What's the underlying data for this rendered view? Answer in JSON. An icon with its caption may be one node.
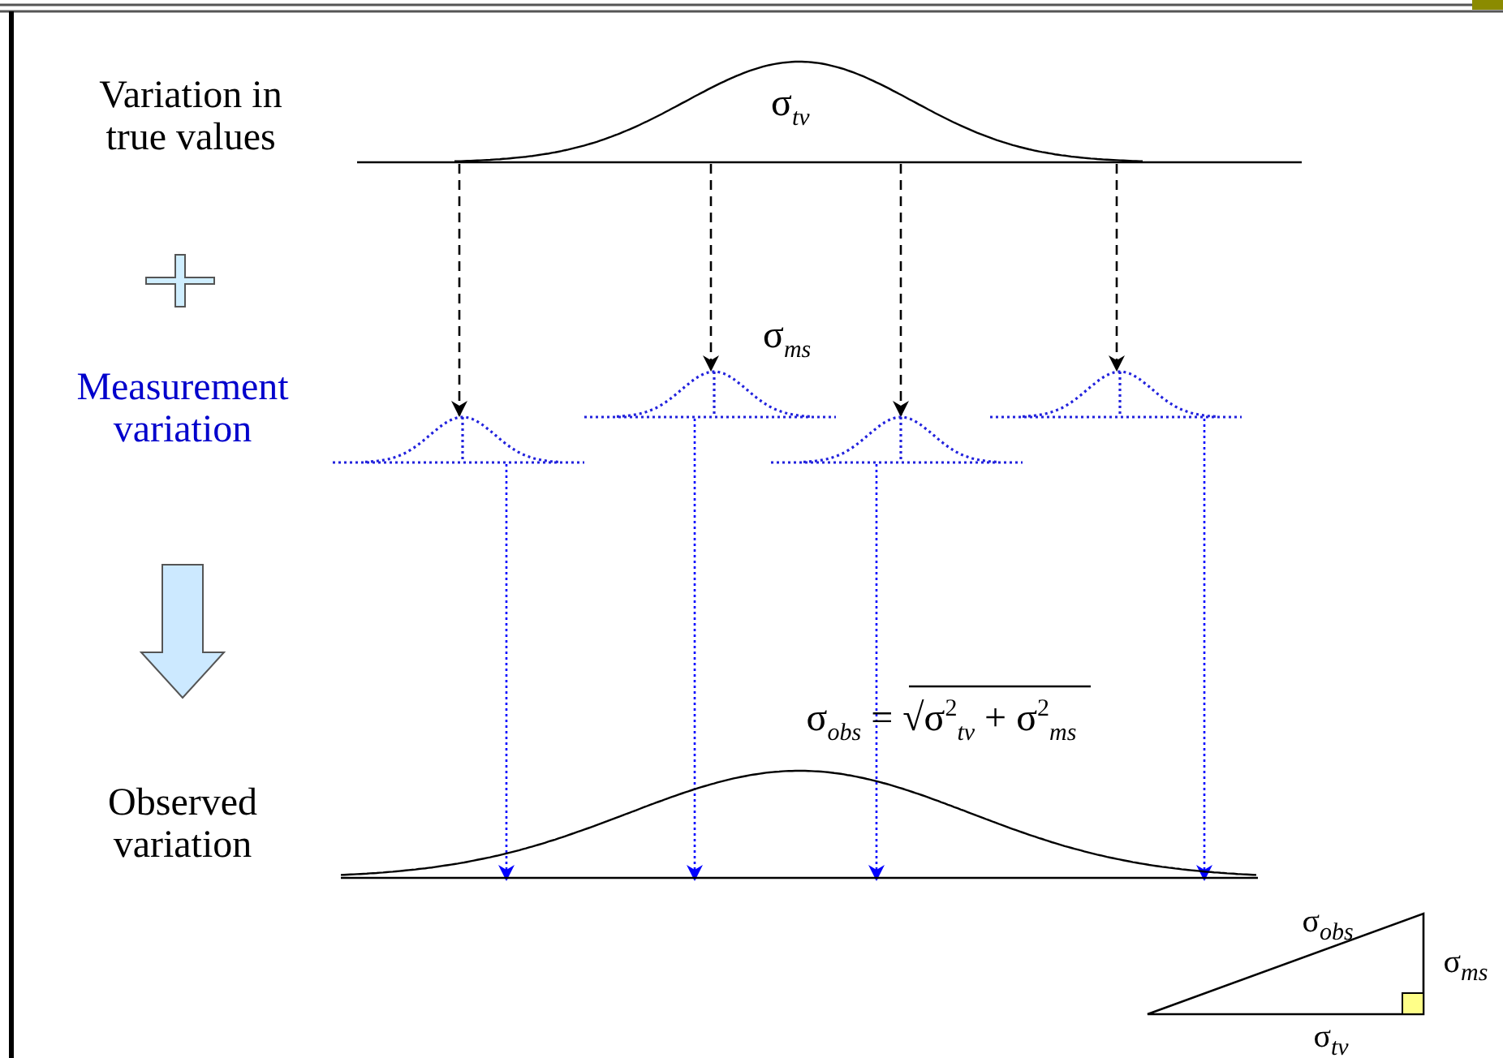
{
  "diagram": {
    "nodes": [
      {
        "text": [
          "σ$_{tv}$"
        ]
      },
      {
        "text": [],
        "shape": "curve"
      },
      {
        "text": [],
        "shape": "curve",
        "beside": [
          "σ$_{ms}$"
        ]
      },
      {
        "text": [],
        "shape": "curve"
      },
      {
        "text": [],
        "shape": "curve"
      },
      {
        "text": [],
        "shape": "curve"
      }
    ],
    "edges": [
      {
        "from": 0,
        "to": 1,
        "arrow": "to",
        "style": "dashed"
      },
      {
        "from": 0,
        "to": 2,
        "arrow": "to",
        "style": "dashed"
      },
      {
        "from": 0,
        "to": 3,
        "arrow": "to",
        "style": "dashed"
      },
      {
        "from": 0,
        "to": 4,
        "arrow": "to",
        "style": "dashed"
      },
      {
        "from": 1,
        "to": 5,
        "arrow": "to",
        "style": "dashed",
        "color": "#0000ff"
      },
      {
        "from": 2,
        "to": 5,
        "arrow": "to",
        "style": "dashed",
        "color": "#0000ff"
      },
      {
        "from": 3,
        "to": 5,
        "arrow": "to",
        "style": "dashed",
        "color": "#0000ff"
      },
      {
        "from": 4,
        "to": 5,
        "arrow": "to",
        "style": "dashed",
        "color": "#0000ff"
      }
    ],
    "labels": [
      "Variation in true values",
      "Measurement variation",
      "σ$_{obs}$ = √σ$^{2}$$_{tv}$ + σ$^{2}$$_{ms}$",
      "Observed variation",
      "σ$_{obs}$",
      "σ$_{ms}$",
      "σ$_{tv}$"
    ]
  }
}
